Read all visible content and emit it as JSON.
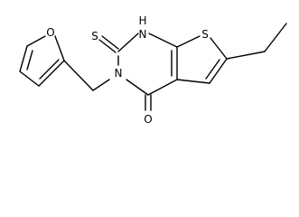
{
  "molecule": {
    "atoms": {
      "furan_o": "O",
      "thione_s": "S",
      "nh_h": "H",
      "nh_n": "N",
      "n3": "N",
      "thiophene_s": "S",
      "carbonyl_o": "O"
    }
  },
  "colors": {
    "bond": "#000000",
    "label": "#000000",
    "background": "#ffffff"
  }
}
